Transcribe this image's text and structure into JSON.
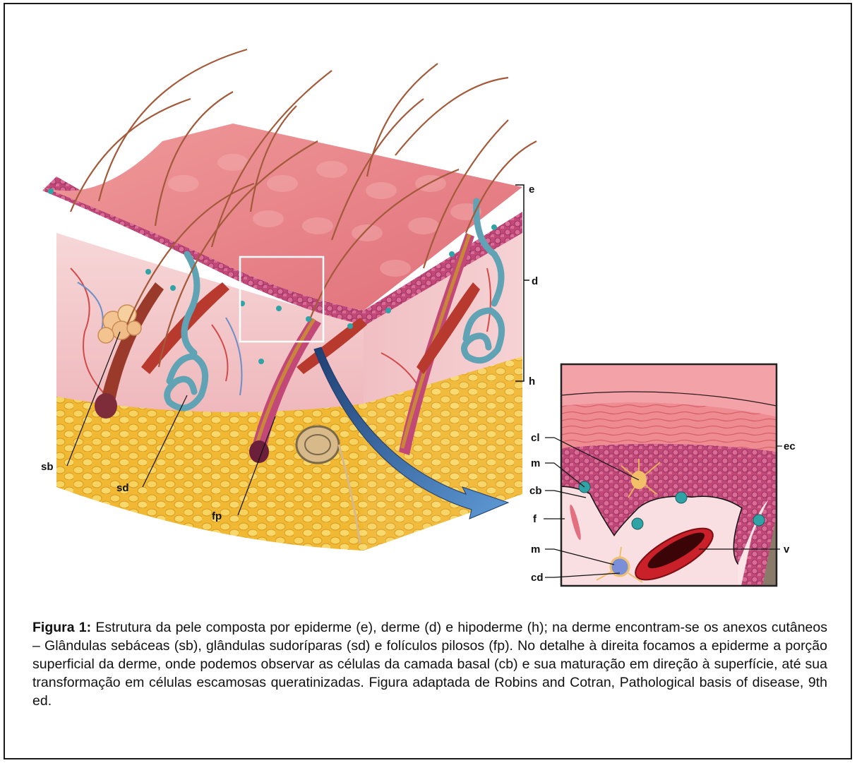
{
  "labels": {
    "e": "e",
    "d": "d",
    "h": "h",
    "sb": "sb",
    "sd": "sd",
    "fp": "fp",
    "cl": "cl",
    "m_top": "m",
    "cb": "cb",
    "f": "f",
    "m_bottom": "m",
    "cd": "cd",
    "ec": "ec",
    "v": "v"
  },
  "caption": {
    "bold_prefix": "Figura 1:",
    "text": " Estrutura da pele composta por epiderme (e), derme (d) e hipoderme (h); na derme encontram-se os anexos cutâneos – Glândulas sebáceas (sb), glândulas sudoríparas (sd) e folículos pilosos (fp). No detalhe à direita focamos a epiderme a porção superficial da derme, onde podemos observar as células da camada basal (cb) e sua maturação em direção à superfície, até sua transformação em células escamosas queratinizadas. Figura adaptada de Robins and Cotran, Pathological basis of disease, 9th ed."
  },
  "colors": {
    "epidermis_top": "#e88a8e",
    "epidermis_layer": "#c9487a",
    "dermis": "#f4c6c8",
    "hypodermis": "#f2c23e",
    "gland": "#5fa3b4",
    "muscle": "#b83a2e",
    "arrow": "#2f6aa8"
  }
}
